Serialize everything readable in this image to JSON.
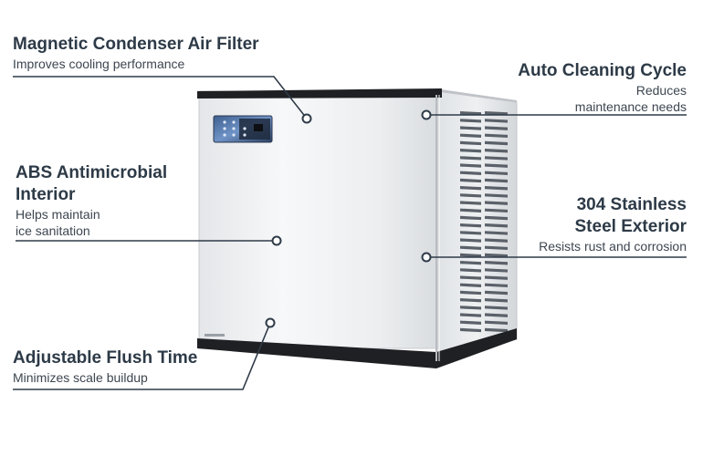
{
  "callouts": {
    "air_filter": {
      "title": "Magnetic Condenser Air Filter",
      "desc": "Improves cooling performance"
    },
    "abs": {
      "title": "ABS Antimicrobial\nInterior",
      "desc": "Helps maintain\nice sanitation"
    },
    "flush": {
      "title": "Adjustable Flush Time",
      "desc": "Minimizes scale buildup"
    },
    "auto_clean": {
      "title": "Auto Cleaning Cycle",
      "desc": "Reduces\nmaintenance needs"
    },
    "steel": {
      "title": "304 Stainless\nSteel Exterior",
      "desc": "Resists rust and corrosion"
    }
  },
  "colors": {
    "text": "#2d3a47",
    "leader_line": "#2f3b48",
    "steel_light": "#f2f3f5",
    "steel_dark": "#c9ccd0",
    "trim": "#1e1f22",
    "panel_blue": "#4a6fa5"
  }
}
